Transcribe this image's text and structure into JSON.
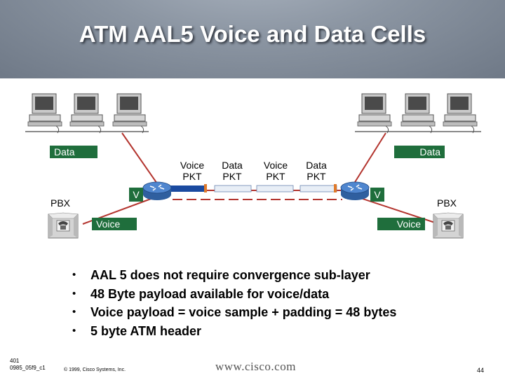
{
  "slide": {
    "title": "ATM AAL5 Voice and Data Cells"
  },
  "diagram": {
    "left_data_label": "Data",
    "right_data_label": "Data",
    "left_voice_label": "Voice",
    "right_voice_label": "Voice",
    "left_pbx_label": "PBX",
    "right_pbx_label": "PBX",
    "left_v_label": "V",
    "right_v_label": "V",
    "packets": [
      {
        "line1": "Voice",
        "line2": "PKT"
      },
      {
        "line1": "Data",
        "line2": "PKT"
      },
      {
        "line1": "Voice",
        "line2": "PKT"
      },
      {
        "line1": "Data",
        "line2": "PKT"
      }
    ],
    "colors": {
      "label_green": "#1f6e3c",
      "header_gray": "#8b95a2",
      "cell_blue": "#1a4aa0",
      "link_red": "#b3342e",
      "router_blue": "#3f73b9"
    }
  },
  "bullets": [
    "AAL 5 does not require convergence sub-layer",
    "48 Byte payload available for voice/data",
    "Voice payload = voice sample + padding = 48 bytes",
    "5 byte ATM header"
  ],
  "footer": {
    "slide_id_line1": "401",
    "slide_id_line2": "0985_05f9_c1",
    "copyright": "© 1999, Cisco Systems, Inc.",
    "url": "www.cisco.com",
    "page_number": "44"
  }
}
